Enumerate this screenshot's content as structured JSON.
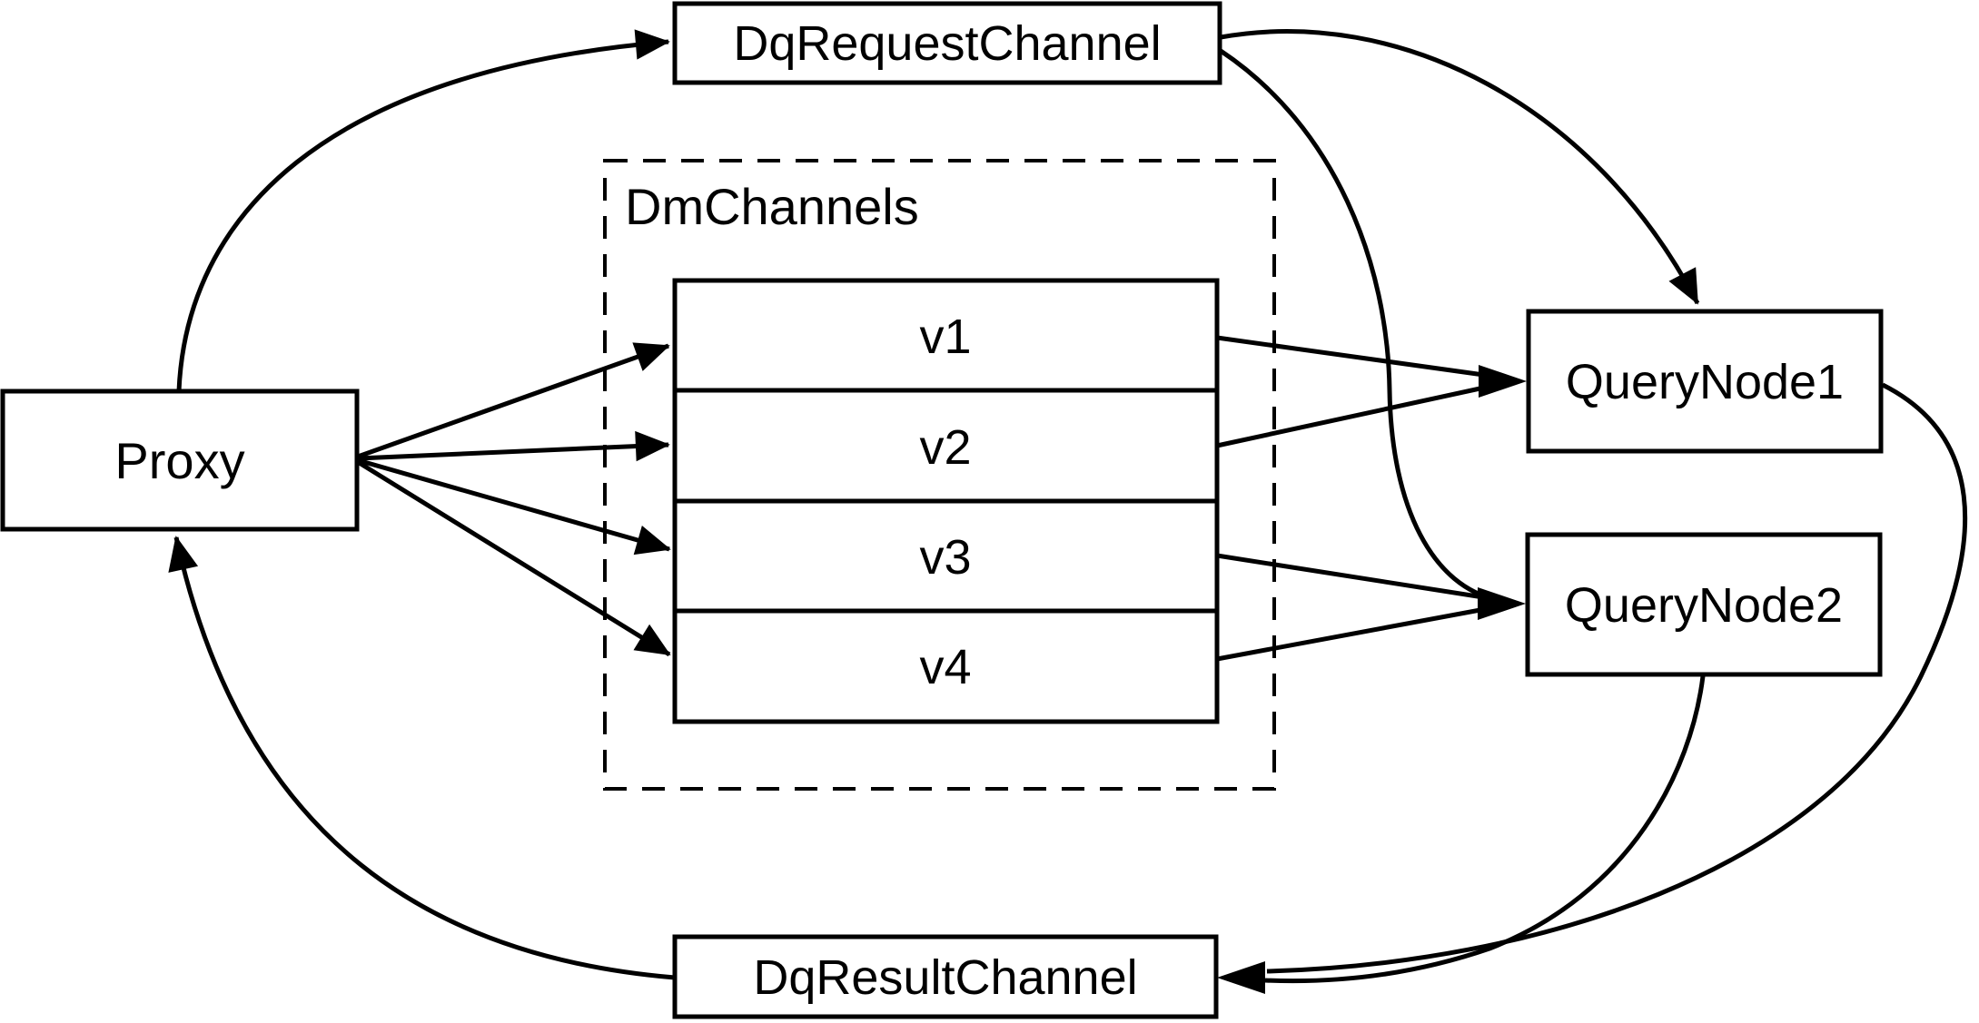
{
  "diagram": {
    "background_color": "#ffffff",
    "line_color": "#000000",
    "text_color": "#000000",
    "nodes": {
      "proxy": {
        "label": "Proxy"
      },
      "dq_request_channel": {
        "label": "DqRequestChannel"
      },
      "dm_channels": {
        "label": "DmChannels",
        "rows": [
          "v1",
          "v2",
          "v3",
          "v4"
        ]
      },
      "query_node_1": {
        "label": "QueryNode1"
      },
      "query_node_2": {
        "label": "QueryNode2"
      },
      "dq_result_channel": {
        "label": "DqResultChannel"
      }
    },
    "edges": [
      {
        "from": "Proxy",
        "to": "DqRequestChannel"
      },
      {
        "from": "Proxy",
        "to": "v1"
      },
      {
        "from": "Proxy",
        "to": "v2"
      },
      {
        "from": "Proxy",
        "to": "v3"
      },
      {
        "from": "Proxy",
        "to": "v4"
      },
      {
        "from": "DqRequestChannel",
        "to": "QueryNode1"
      },
      {
        "from": "DqRequestChannel",
        "to": "QueryNode2"
      },
      {
        "from": "v1",
        "to": "QueryNode1"
      },
      {
        "from": "v2",
        "to": "QueryNode1"
      },
      {
        "from": "v3",
        "to": "QueryNode2"
      },
      {
        "from": "v4",
        "to": "QueryNode2"
      },
      {
        "from": "QueryNode1",
        "to": "DqResultChannel"
      },
      {
        "from": "QueryNode2",
        "to": "DqResultChannel"
      },
      {
        "from": "DqResultChannel",
        "to": "Proxy"
      }
    ]
  }
}
